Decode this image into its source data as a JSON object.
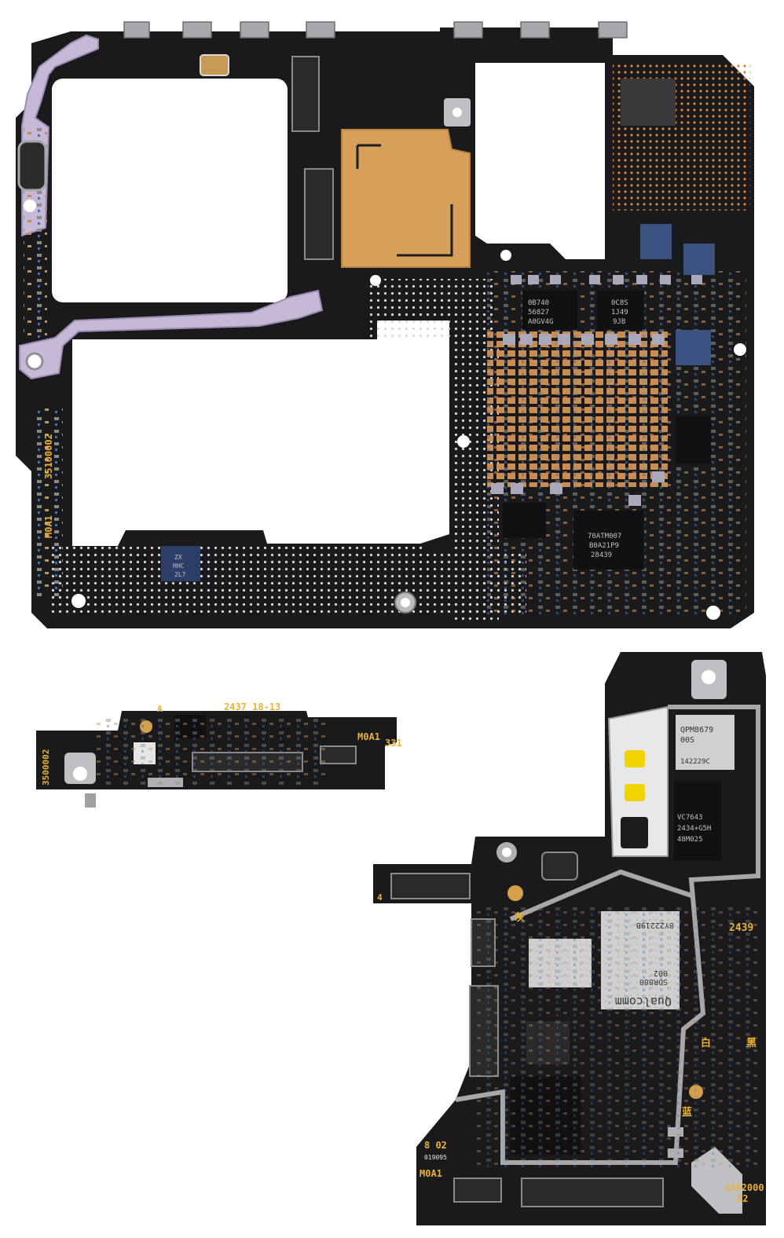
{
  "photo": {
    "subject": "smartphone logic boards",
    "colors": {
      "pcb": "#1a1a1c",
      "gold": "#d6a05a",
      "shield": "#c9c9cc",
      "bracket": "#c6b8d6",
      "copper": "#d99b5b",
      "silk": "#e8b23a",
      "background": "#ffffff"
    }
  },
  "main_board": {
    "silkscreen": {
      "code_left": "35100002",
      "rev": "M0A1"
    },
    "chips": [
      {
        "line1": "0B740",
        "line2": "56827",
        "line3": "A0GV4G"
      },
      {
        "line1": "0C8S",
        "line2": "1J49",
        "line3": "9JB"
      },
      {
        "line1": "70ATM007",
        "line2": "B0A21P9",
        "line3": "28439"
      },
      {
        "line1": "ZX",
        "line2": "HHC",
        "line3": "2L7"
      }
    ]
  },
  "sub_board": {
    "silkscreen": {
      "code_top": "2437  18-13",
      "mark_a": "A",
      "rev": "M0A1",
      "num": "331",
      "code_left": "3500002"
    }
  },
  "lower_board": {
    "silkscreen": {
      "code_right": "2439",
      "code_bottom": "1352000",
      "num_bottom": "02",
      "rev": "M0A1",
      "left_num": "8 02",
      "left_small": "019095",
      "char_1": "灰",
      "char_2": "白",
      "char_3": "黑",
      "char_4": "蓝",
      "left_4": "4"
    },
    "chips": [
      {
        "line1": "QPM8679",
        "line2": "00S",
        "line3": "142229C"
      },
      {
        "line1": "VC7643",
        "line2": "2434+G5H",
        "line3": "48M025"
      },
      {
        "line1": "Qualcomm",
        "line2": "SDR880",
        "line3": "002",
        "line4": "8Y22219B"
      }
    ]
  }
}
